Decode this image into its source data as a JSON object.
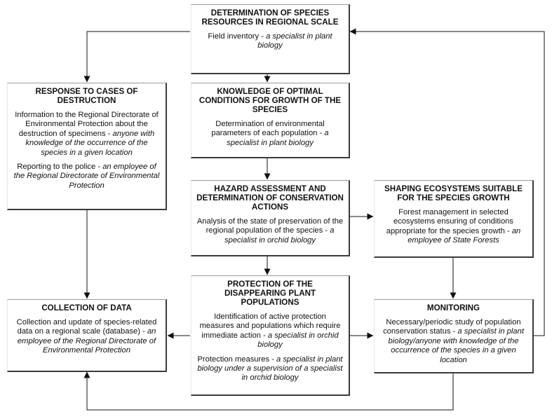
{
  "boxes": {
    "species_resources": {
      "title": "DETERMINATION OF SPECIES RESOURCES IN REGIONAL SCALE",
      "paragraphs": [
        {
          "text": "Field inventory - ",
          "actor": "a specialist in plant biology"
        }
      ]
    },
    "optimal_conditions": {
      "title": "KNOWLEDGE OF OPTIMAL CONDITIONS FOR GROWTH OF THE SPECIES",
      "paragraphs": [
        {
          "text": "Determination of environmental parameters of each population - ",
          "actor": "a specialist in plant biology"
        }
      ]
    },
    "response_destruction": {
      "title": "RESPONSE TO CASES OF DESTRUCTION",
      "paragraphs": [
        {
          "text": "Information to the Regional Directorate of Environmental Protection about the destruction of specimens - ",
          "actor": "anyone with knowledge of the occurrence of the species in a given location"
        },
        {
          "text": "Reporting to the police - ",
          "actor": "an employee of the Regional Directorate of Environmental Protection"
        }
      ]
    },
    "hazard_assessment": {
      "title": "HAZARD ASSESSMENT AND DETERMINATION OF CONSERVATION ACTIONS",
      "paragraphs": [
        {
          "text": "Analysis of the state of preservation of the regional population of the species - ",
          "actor": "a specialist in orchid biology"
        }
      ]
    },
    "shaping_ecosystems": {
      "title": "SHAPING ECOSYSTEMS SUITABLE FOR THE SPECIES GROWTH",
      "paragraphs": [
        {
          "text": "Forest management in selected ecosystems ensuring of conditions appropriate for the species growth - ",
          "actor": "an employee of State Forests"
        }
      ]
    },
    "collection_data": {
      "title": "COLLECTION OF DATA",
      "paragraphs": [
        {
          "text": "Collection and update of species-related data on a regional scale (database) - ",
          "actor": "an employee of the Regional Directorate of Environmental Protection"
        }
      ]
    },
    "protection_populations": {
      "title": "PROTECTION OF THE DISAPPEARING PLANT POPULATIONS",
      "paragraphs": [
        {
          "text": "Identification of active protection measures and populations which require immediate action - ",
          "actor": "a specialist in orchid biology"
        },
        {
          "text": "Protection measures - ",
          "actor": "a specialist in plant biology under a supervision of a specialist in orchid biology"
        }
      ]
    },
    "monitoring": {
      "title": "MONITORING",
      "paragraphs": [
        {
          "text": "Necessary/periodic study of population conservation status - ",
          "actor": "a specialist in plant biology/anyone with knowledge of the occurrence of the species in a given location"
        }
      ]
    }
  },
  "colors": {
    "line": "#111111",
    "box_shadow_border": "#3a3a3a"
  }
}
